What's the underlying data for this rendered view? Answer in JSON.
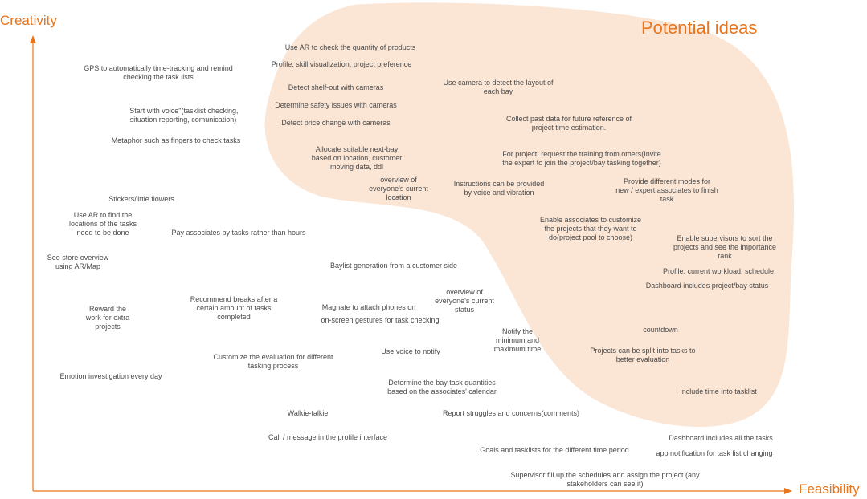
{
  "y_axis_label": "Creativity",
  "x_axis_label": "Feasibility",
  "region_label": "Potential ideas",
  "colors": {
    "accent": "#e8741c",
    "region_fill": "#fbe6d6",
    "text": "#4a4a4a"
  },
  "ideas": [
    "Use AR to check the quantity of products",
    "Profile: skill visualization, project preference",
    "GPS to automatically time-tracking and  remind\nchecking the task lists",
    "Detect shelf-out with cameras",
    "Use camera to detect the layout of\neach bay",
    "Determine safety issues with cameras",
    "'Start with voice\"(tasklist checking,\nsituation reporting, comunication)",
    "Detect price change with cameras",
    "Collect past data for future reference of\nproject time estimation.",
    "Metaphor such as fingers to check tasks",
    "Allocate suitable next-bay\nbased on location, customer\nmoving data, ddl",
    "For project, request the training from others(Invite\nthe expert to join the project/bay tasking together)",
    "overview of\neveryone's current\nlocation",
    "Instructions can be provided\nby voice and vibration",
    "Provide different modes for\nnew / expert associates to finish\ntask",
    "Stickers/little flowers",
    "Use AR to find the\nlocations of the tasks\nneed to be done",
    "Enable associates to customize\nthe projects that they want to\ndo(project pool to choose)",
    "Pay associates by tasks rather than hours",
    "Enable supervisors to sort the\nprojects and see the importance\nrank",
    "See store overview\nusing AR/Map",
    "Baylist generation from a customer side",
    "Profile: current workload, schedule",
    "Dashboard includes project/bay status",
    "overview of\neveryone's current\nstatus",
    "Recommend breaks after a\ncertain amount of tasks\ncompleted",
    "Reward the\nwork for extra\nprojects",
    "Magnate to attach phones on",
    "on-screen gestures for task checking",
    "countdown",
    "Notify the\nminimum and\nmaximum time",
    "Use voice to notify",
    "Projects can be split into tasks to\nbetter evaluation",
    "Customize the evaluation for different\ntasking process",
    "Emotion investigation every day",
    "Determine the bay task quantities\nbased on the associates' calendar",
    "Include time into tasklist",
    "Walkie-talkie",
    "Report struggles and concerns(comments)",
    "Call / message in the profile interface",
    "Dashboard includes all the tasks",
    "Goals and tasklists for the different time period",
    "app notification for task list changing",
    "Supervisor fill up the schedules and assign the project (any\nstakeholders can see it)"
  ]
}
